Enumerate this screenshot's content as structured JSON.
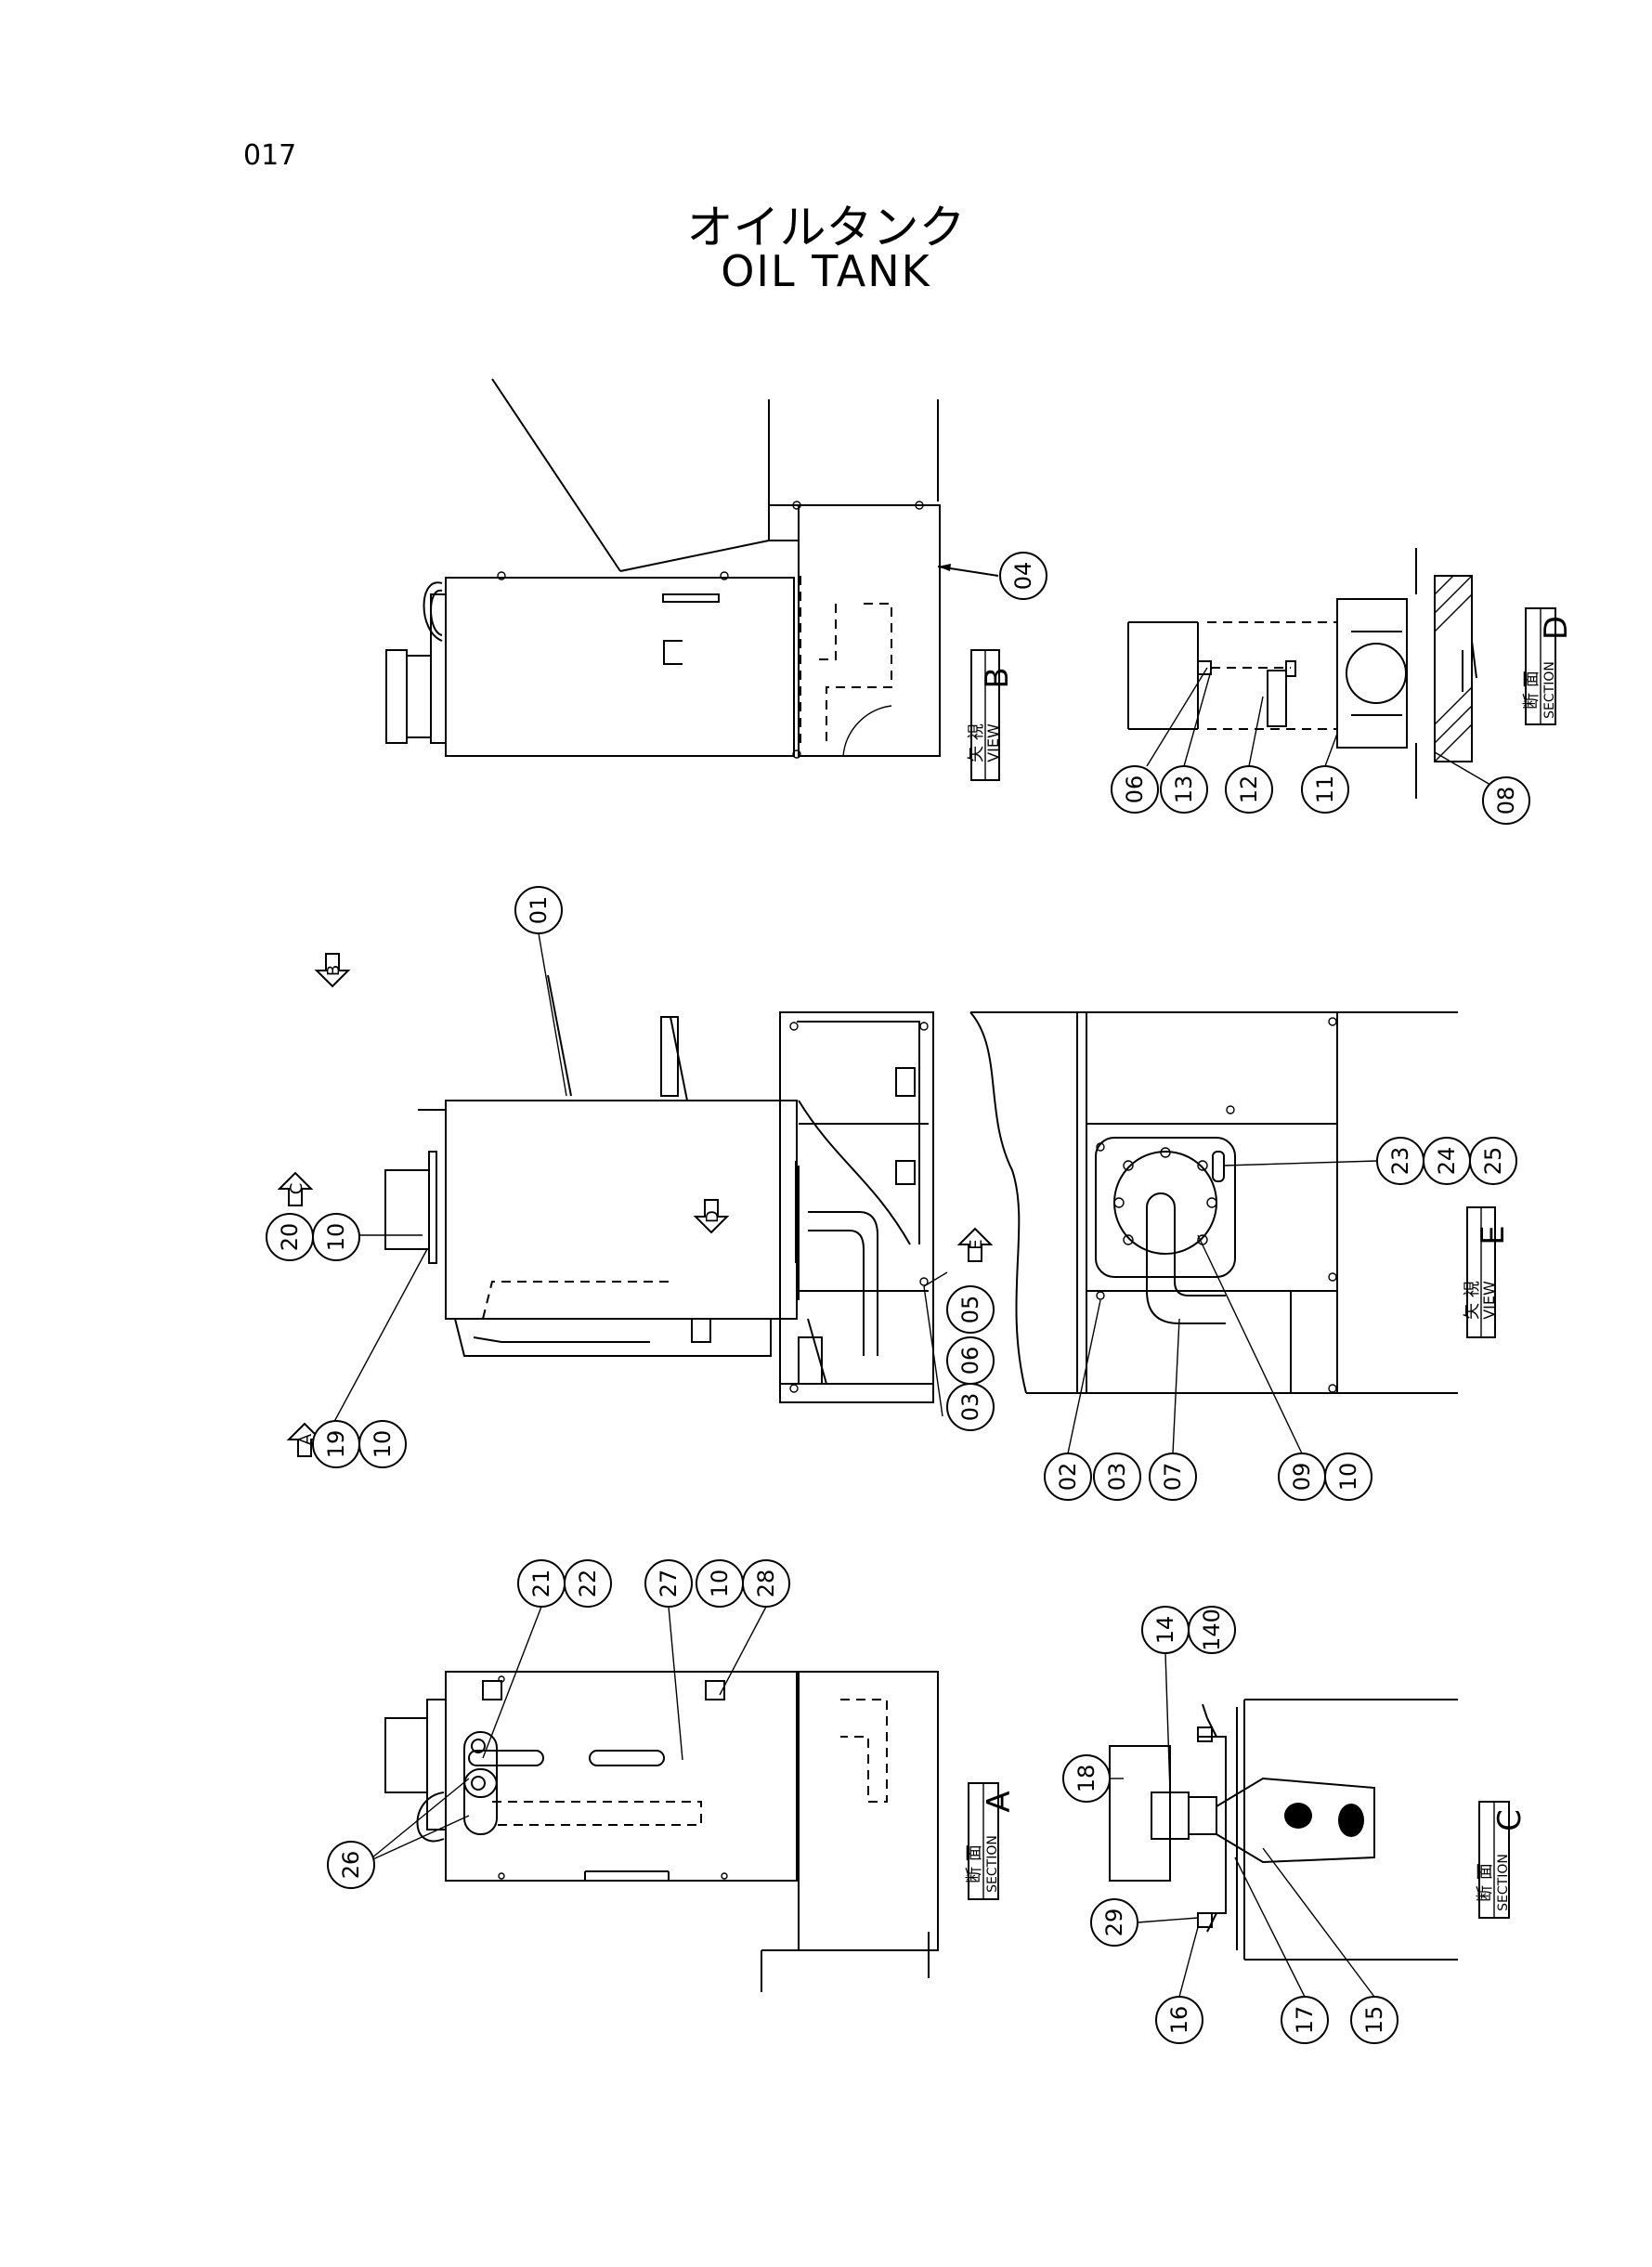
{
  "page_number": "017",
  "title_jp": "オイルタンク",
  "title_en": "OIL TANK",
  "views": {
    "view_b": {
      "jp": "矢 視",
      "en": "VIEW",
      "letter": "B"
    },
    "section_d": {
      "jp": "断 面",
      "en": "SECTION",
      "letter": "D"
    },
    "view_e": {
      "jp": "矢 視",
      "en": "VIEW",
      "letter": "E"
    },
    "section_a": {
      "jp": "断 面",
      "en": "SECTION",
      "letter": "A"
    },
    "section_c": {
      "jp": "断 面",
      "en": "SECTION",
      "letter": "C"
    }
  },
  "arrows": {
    "b": "B",
    "c": "C",
    "d": "D",
    "e": "E",
    "a": "A"
  },
  "callouts": {
    "p04": "04",
    "p06_d": "06",
    "p13": "13",
    "p12": "12",
    "p11": "11",
    "p08": "08",
    "p01": "01",
    "p23": "23",
    "p24": "24",
    "p25": "25",
    "p20": "20",
    "p10_a": "10",
    "p05": "05",
    "p03_a": "03",
    "p06_a": "06",
    "p19": "19",
    "p10_b": "10",
    "p02": "02",
    "p03_b": "03",
    "p07": "07",
    "p09": "09",
    "p10_c": "10",
    "p21": "21",
    "p22": "22",
    "p27": "27",
    "p10_d": "10",
    "p28": "28",
    "p26": "26",
    "p14": "14",
    "p140": "140",
    "p18": "18",
    "p29": "29",
    "p16": "16",
    "p17": "17",
    "p15": "15"
  }
}
